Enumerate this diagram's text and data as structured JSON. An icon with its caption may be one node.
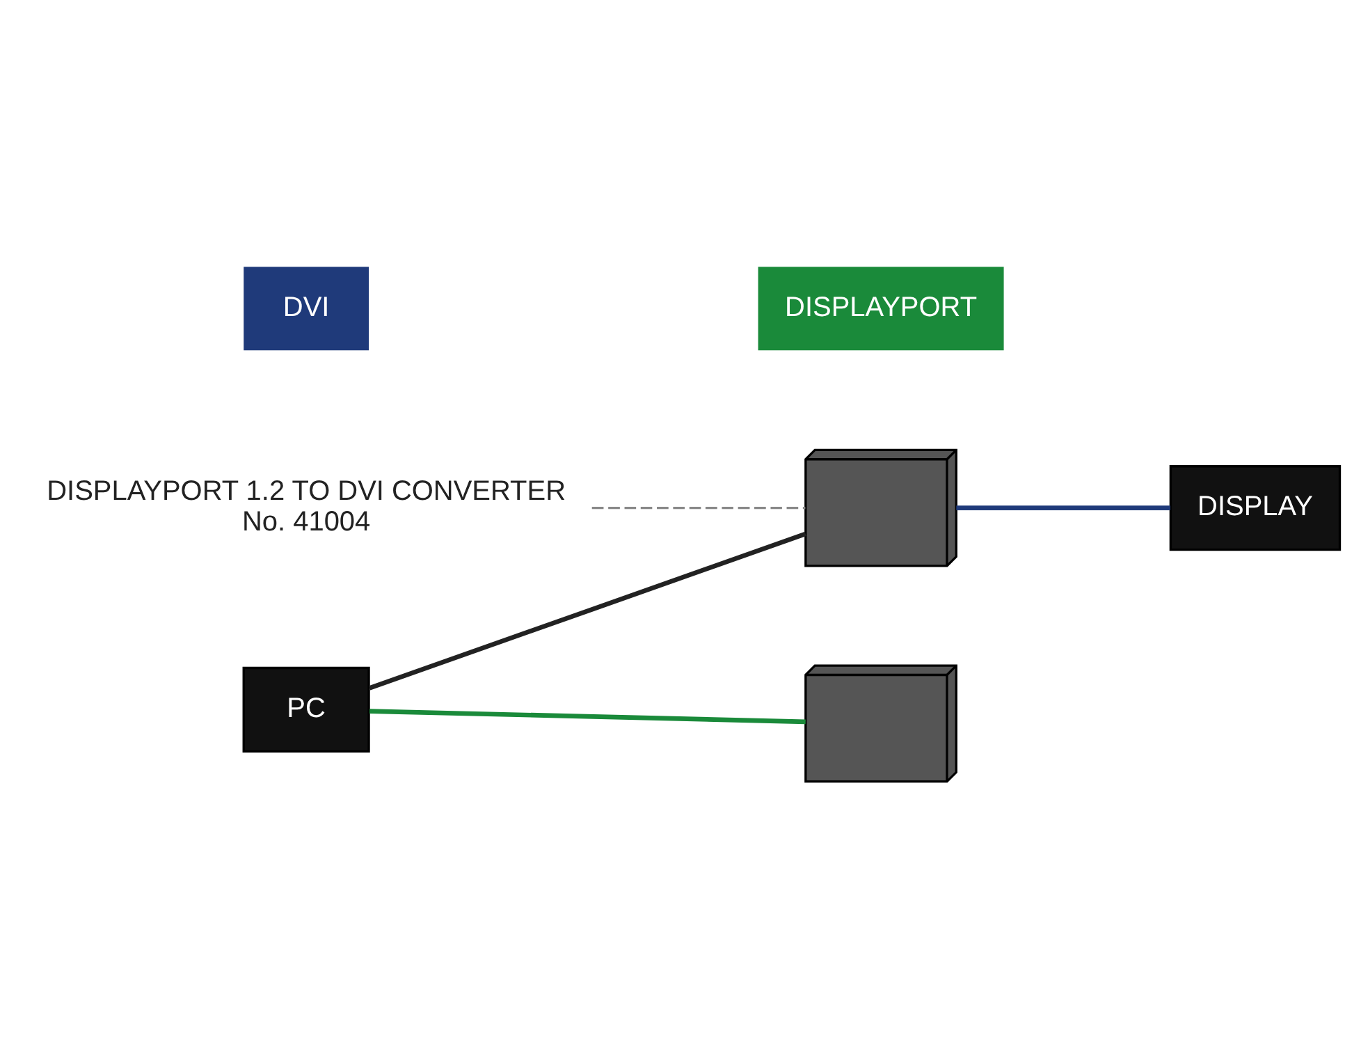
{
  "diagram": {
    "nodes": [
      {
        "text": [
          "PC"
        ]
      },
      {
        "text": [
          "DISPLAYPORT 1.2 TO DVI CONVERTER",
          "No. 41004"
        ]
      },
      {
        "text": [],
        "shape": "picture"
      },
      {
        "text": [
          "DISPLAY"
        ]
      },
      {
        "text": [],
        "shape": "picture"
      }
    ],
    "edges": [
      {
        "from": 0,
        "to": 4,
        "arrow": "none",
        "color": "#1a8a3a"
      },
      {
        "from": 0,
        "to": 2,
        "arrow": "none",
        "color": "#222222"
      },
      {
        "from": 2,
        "to": 3,
        "arrow": "none",
        "color": "#1f3a7a"
      },
      {
        "from": 1,
        "to": 2,
        "arrow": "none",
        "style": "dashed",
        "color": "#888888"
      }
    ],
    "legend": [
      {
        "text": "DVI",
        "color": "#1f3a7a"
      },
      {
        "text": "DISPLAYPORT",
        "color": "#1a8a3a"
      }
    ]
  }
}
